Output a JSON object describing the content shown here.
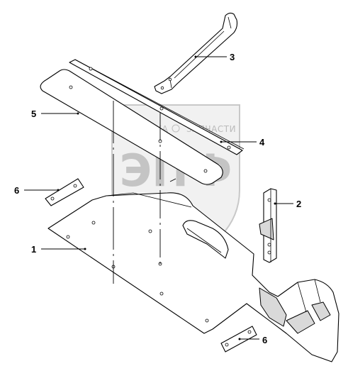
{
  "watermark": {
    "main_text": "ЭПФ",
    "left_text": "ТЕХНИКА",
    "right_text": "ЗАПЧАСТИ",
    "shield_color": "#e6e6e6",
    "text_color": "#9e9e9e"
  },
  "callouts": [
    {
      "id": "c1",
      "label": "1"
    },
    {
      "id": "c2",
      "label": "2"
    },
    {
      "id": "c3",
      "label": "3"
    },
    {
      "id": "c4",
      "label": "4"
    },
    {
      "id": "c5",
      "label": "5"
    },
    {
      "id": "c6a",
      "label": "6"
    },
    {
      "id": "c6b",
      "label": "6"
    }
  ]
}
